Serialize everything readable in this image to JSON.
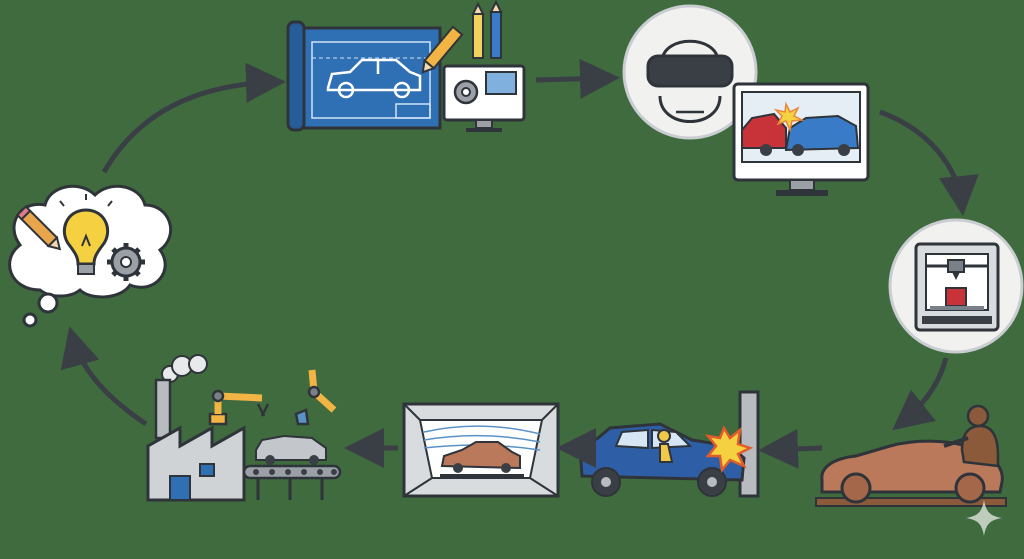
{
  "colors": {
    "background": "#3f6b3e",
    "outline": "#2f343a",
    "blueprint": "#2f6fb3",
    "bulb": "#f5d040",
    "clay": "#b9795a",
    "car_blue": "#2e5fa6",
    "car_red": "#c8333a",
    "arrow": "#3a3f45"
  },
  "stages": [
    {
      "id": "idea",
      "icons": [
        "thought-cloud-icon",
        "pencil-icon",
        "lightbulb-icon",
        "gear-icon"
      ]
    },
    {
      "id": "design",
      "icons": [
        "blueprint-icon",
        "car-sketch-icon",
        "pencil-icon",
        "monitor-icon"
      ]
    },
    {
      "id": "virtual-simulation",
      "icons": [
        "vr-headset-icon",
        "crash-simulation-monitor-icon"
      ]
    },
    {
      "id": "prototyping",
      "icons": [
        "3d-printer-icon"
      ]
    },
    {
      "id": "clay-model",
      "icons": [
        "clay-car-icon",
        "sculptor-icon"
      ]
    },
    {
      "id": "crash-test",
      "icons": [
        "crash-test-car-icon",
        "crash-dummy-icon",
        "wall-icon",
        "impact-icon"
      ]
    },
    {
      "id": "wind-tunnel",
      "icons": [
        "wind-tunnel-icon",
        "airflow-icon",
        "car-icon"
      ]
    },
    {
      "id": "manufacturing",
      "icons": [
        "factory-icon",
        "robot-arm-icon",
        "conveyor-icon",
        "smoke-icon"
      ]
    }
  ],
  "flow": [
    "idea",
    "design",
    "virtual-simulation",
    "prototyping",
    "clay-model",
    "crash-test",
    "wind-tunnel",
    "manufacturing",
    "idea"
  ]
}
